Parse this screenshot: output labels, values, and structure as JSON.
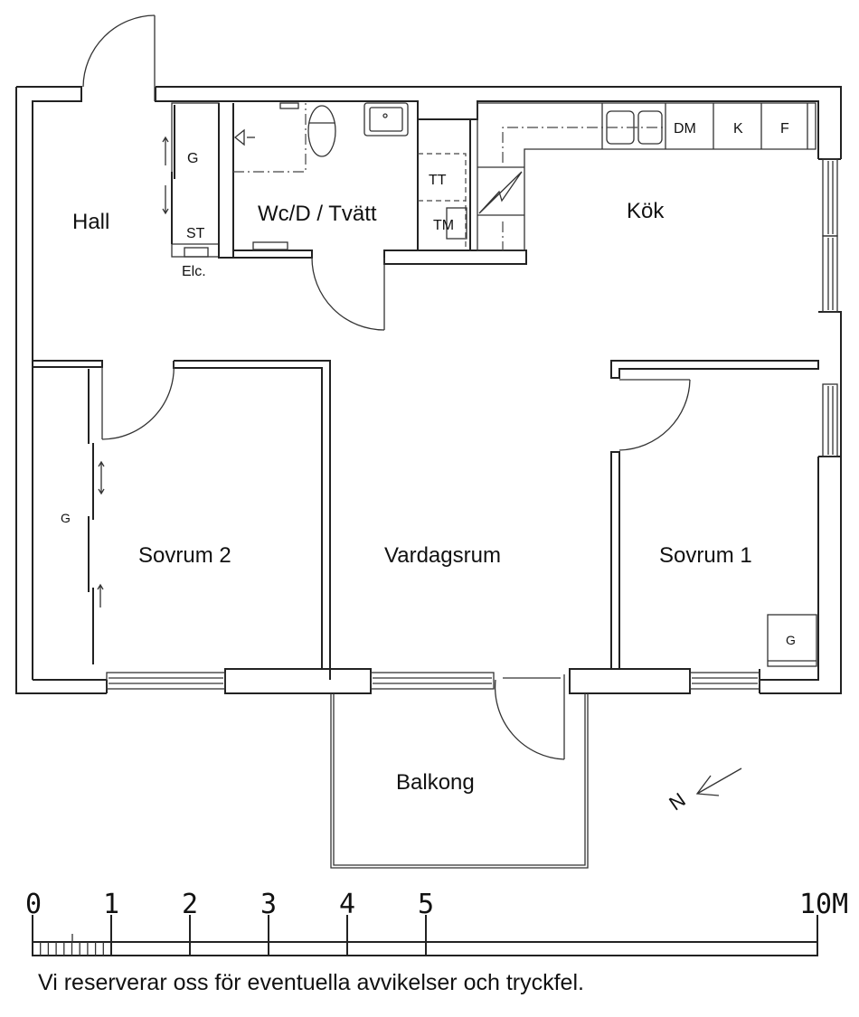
{
  "rooms": {
    "hall": "Hall",
    "wc": "Wc/D / Tvätt",
    "kok": "Kök",
    "sovrum2": "Sovrum 2",
    "vardagsrum": "Vardagsrum",
    "sovrum1": "Sovrum 1",
    "balkong": "Balkong"
  },
  "fixtures": {
    "hall_closet": "G",
    "hall_storage": "ST",
    "electrical": "Elc.",
    "tumble_dryer": "TT",
    "washing_machine": "TM",
    "dishwasher": "DM",
    "fridge": "K",
    "freezer": "F",
    "sovrum2_closet": "G",
    "sovrum1_closet": "G"
  },
  "compass": {
    "label": "N"
  },
  "scale_bar": {
    "ticks": [
      "0",
      "1",
      "2",
      "3",
      "4",
      "5",
      "10M"
    ]
  },
  "disclaimer": "Vi reserverar oss för eventuella avvikelser och tryckfel."
}
